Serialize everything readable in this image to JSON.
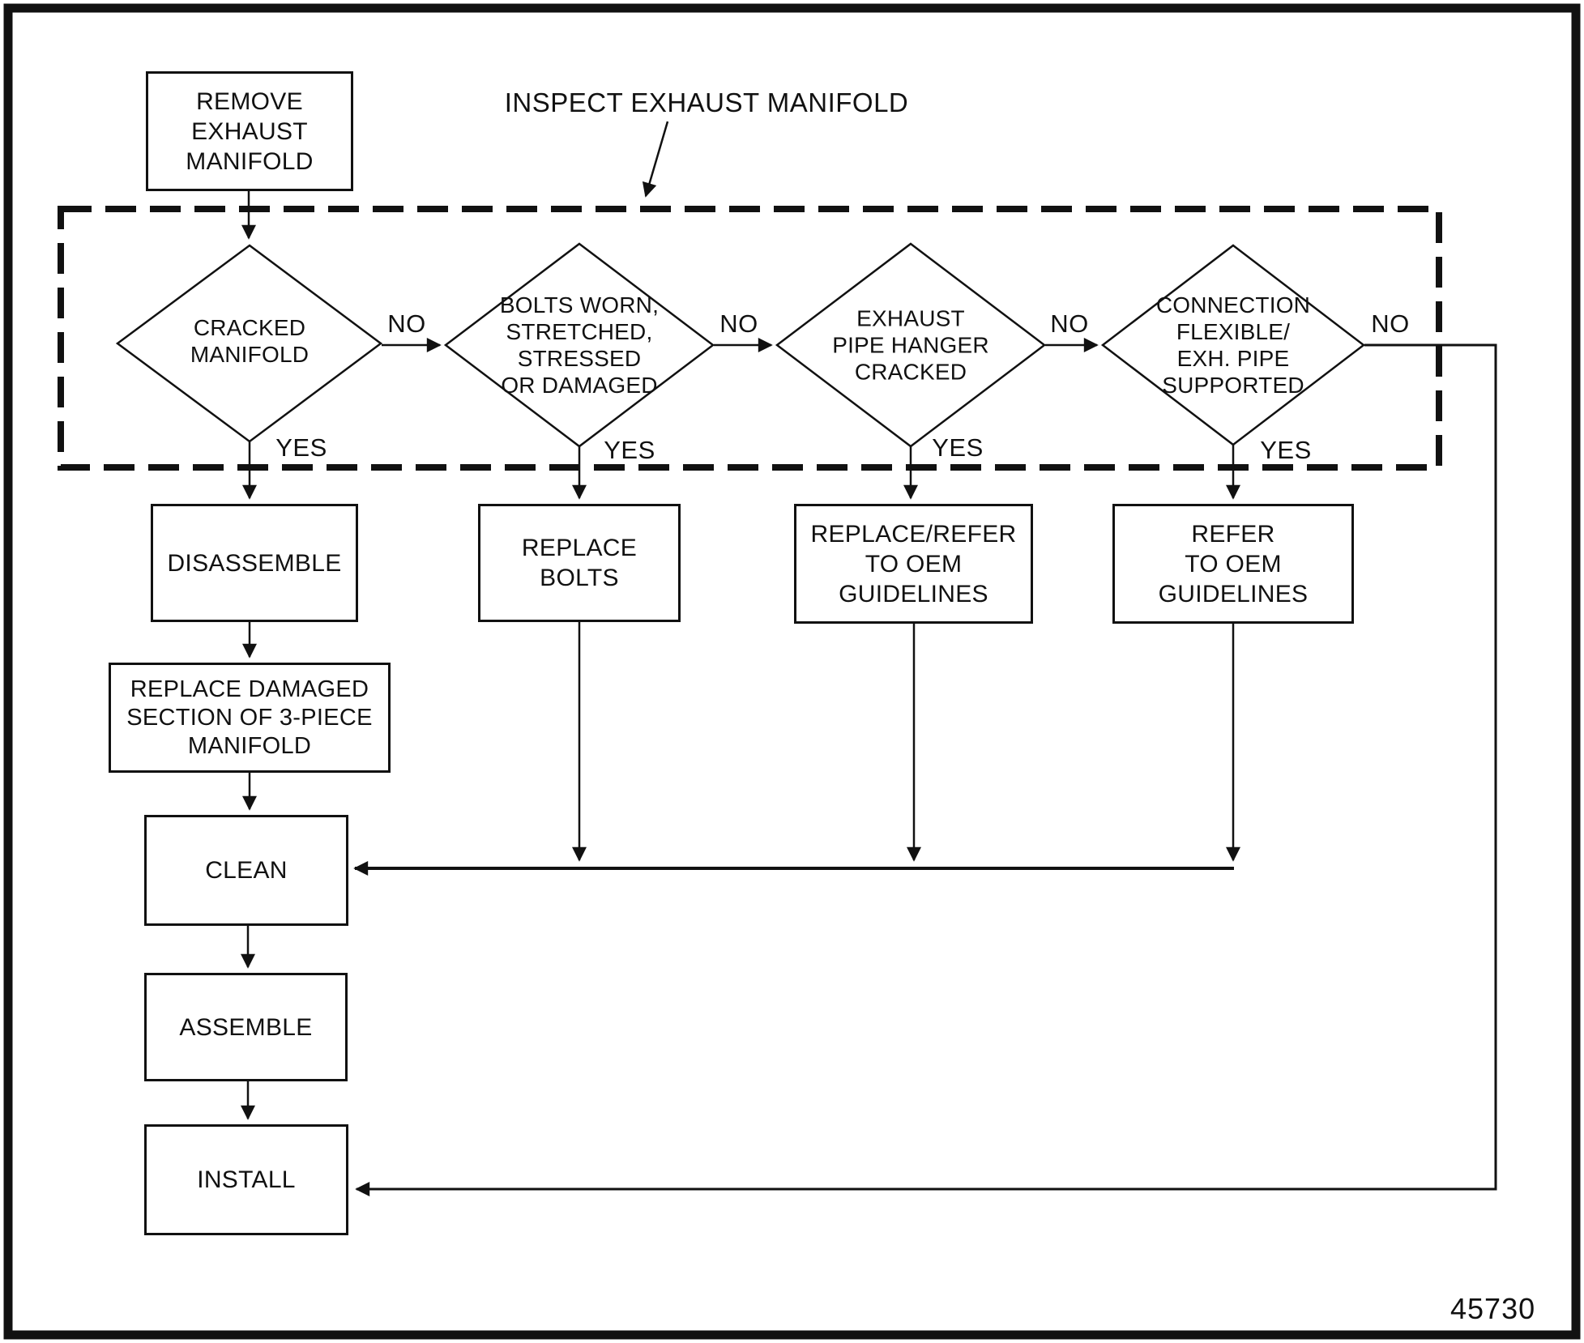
{
  "page": {
    "background_color": "#ffffff",
    "ink_color": "#111111"
  },
  "flowchart": {
    "annotation": {
      "inspect_label": "INSPECT EXHAUST MANIFOLD"
    },
    "figure_number": "45730",
    "branch_labels": {
      "no": "NO",
      "yes": "YES"
    },
    "process_nodes": {
      "remove_manifold": "REMOVE\nEXHAUST\nMANIFOLD",
      "disassemble": "DISASSEMBLE",
      "replace_bolts": "REPLACE\nBOLTS",
      "replace_refer_oem": "REPLACE/REFER\nTO OEM\nGUIDELINES",
      "refer_oem": "REFER\nTO OEM\nGUIDELINES",
      "replace_damaged_section": "REPLACE DAMAGED\nSECTION OF 3-PIECE\nMANIFOLD",
      "clean": "CLEAN",
      "assemble": "ASSEMBLE",
      "install": "INSTALL"
    },
    "decision_nodes": {
      "cracked_manifold": "CRACKED\nMANIFOLD",
      "bolts_condition": "BOLTS WORN,\nSTRETCHED,\nSTRESSED\nOR DAMAGED",
      "pipe_hanger_cracked": "EXHAUST\nPIPE HANGER\nCRACKED",
      "connection_supported": "CONNECTION\nFLEXIBLE/\nEXH. PIPE\nSUPPORTED"
    }
  }
}
